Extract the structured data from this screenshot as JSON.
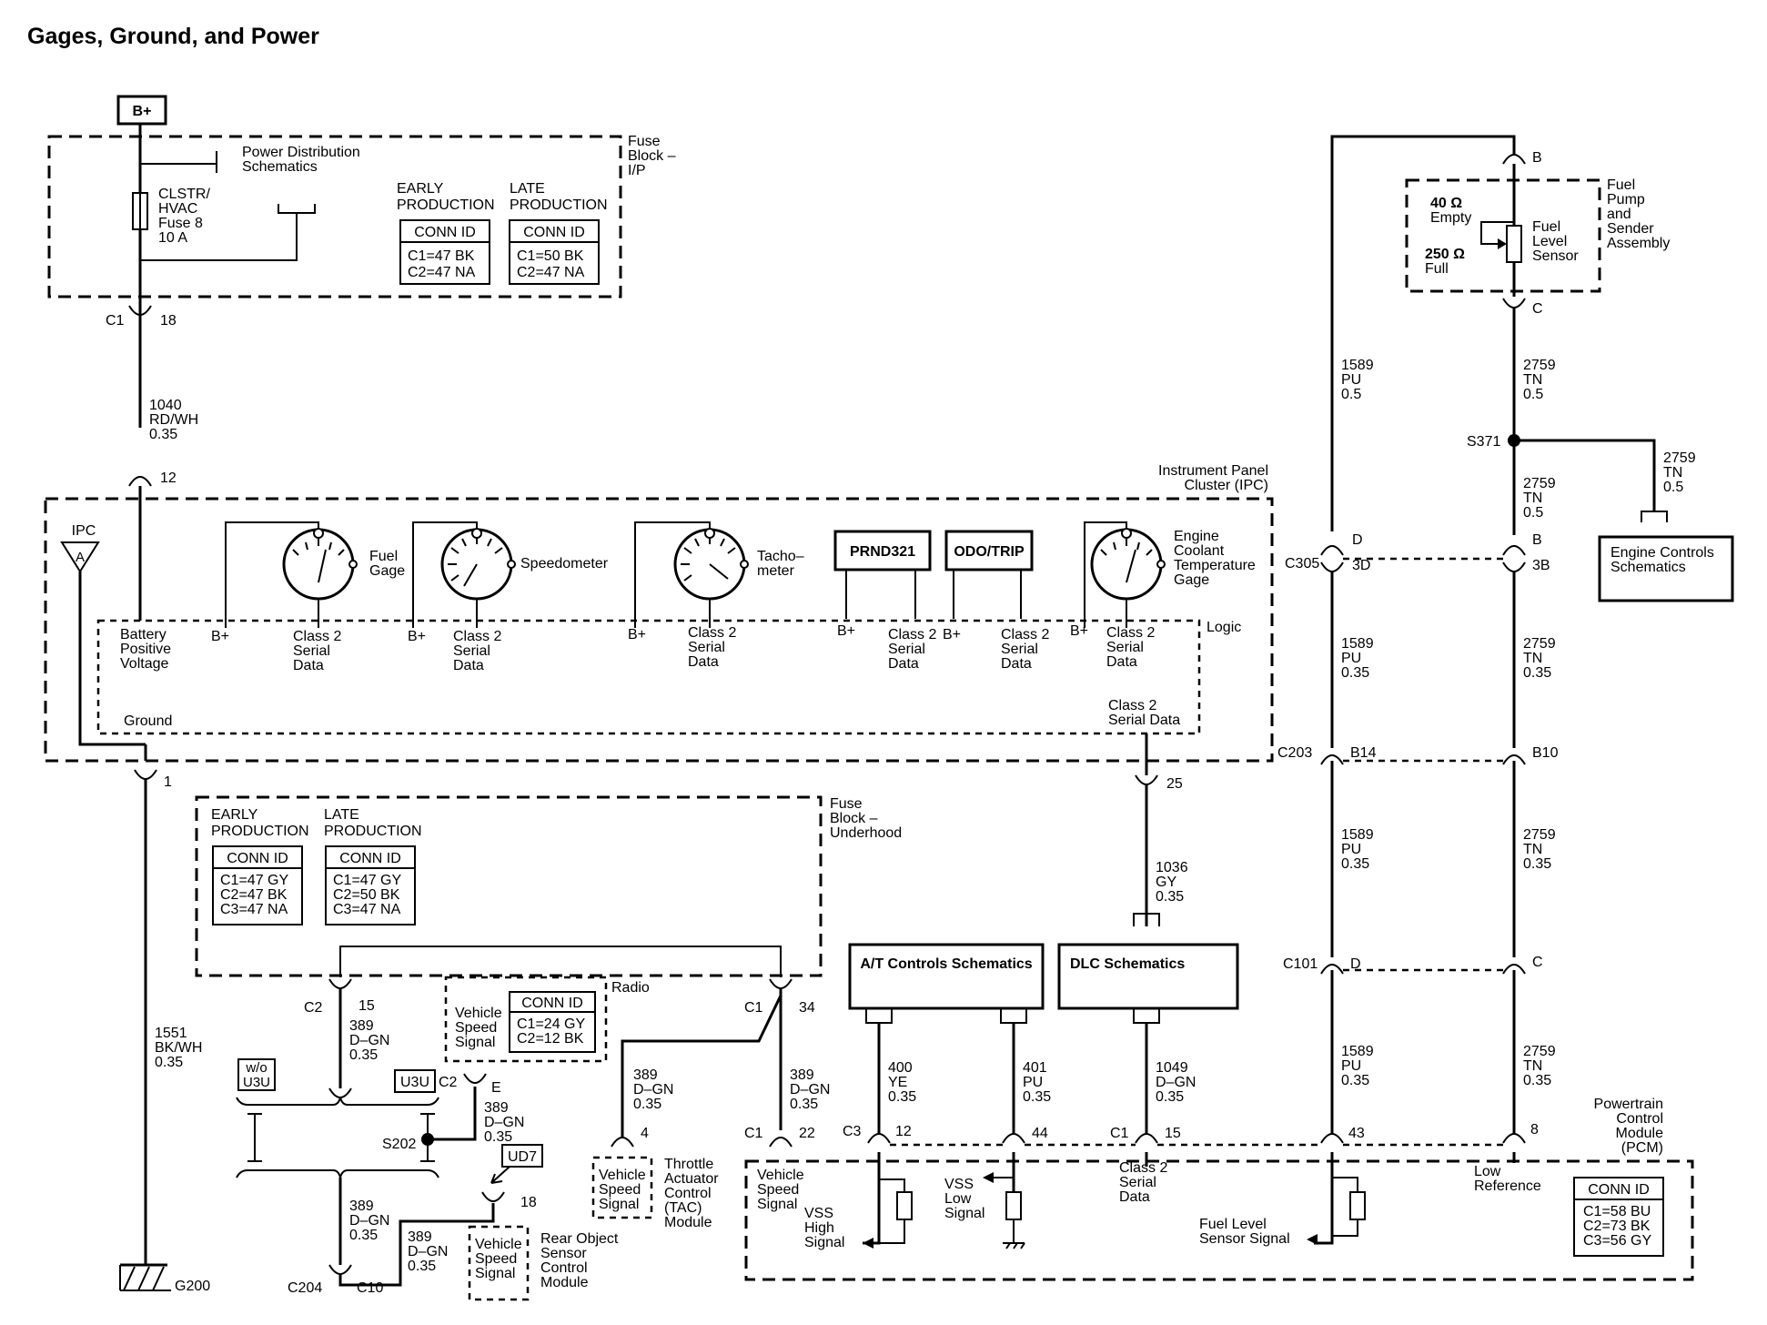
{
  "title": "Gages, Ground, and Power",
  "power": {
    "source": "B+"
  },
  "fuse_block_ip": {
    "name": [
      "Fuse",
      "Block –",
      "I/P"
    ],
    "power_distribution": [
      "Power Distribution",
      "Schematics"
    ],
    "fuse": [
      "CLSTR/",
      "HVAC",
      "Fuse 8",
      "10 A"
    ],
    "early": {
      "label": [
        "EARLY",
        "PRODUCTION"
      ],
      "conn_id": "CONN ID",
      "rows": [
        "C1=47 BK",
        "C2=47 NA"
      ]
    },
    "late": {
      "label": [
        "LATE",
        "PRODUCTION"
      ],
      "conn_id": "CONN ID",
      "rows": [
        "C1=50 BK",
        "C2=47 NA"
      ]
    },
    "conn": "C1",
    "pin": "18"
  },
  "wire_1040": [
    "1040",
    "RD/WH",
    "0.35"
  ],
  "ipc": {
    "name": [
      "Instrument Panel",
      "Cluster (IPC)"
    ],
    "ipc_label": "IPC",
    "ipc_symbol": "A",
    "pin_power": "12",
    "logic": "Logic",
    "battery": [
      "Battery",
      "Positive",
      "Voltage"
    ],
    "ground": "Ground",
    "pin_ground": "1",
    "class2_out": [
      "Class 2",
      "Serial Data"
    ],
    "pin_data": "25",
    "gauges": {
      "fuel": [
        "Fuel",
        "Gage"
      ],
      "speedometer": "Speedometer",
      "tacho": [
        "Tacho–",
        "meter"
      ],
      "prnd": "PRND321",
      "odo": "ODO/TRIP",
      "ect": [
        "Engine",
        "Coolant",
        "Temperature",
        "Gage"
      ]
    },
    "bplus": "B+",
    "class2": [
      "Class 2",
      "Serial",
      "Data"
    ]
  },
  "wire_1551": [
    "1551",
    "BK/WH",
    "0.35"
  ],
  "ground_g200": "G200",
  "fuse_block_uh": {
    "name": [
      "Fuse",
      "Block –",
      "Underhood"
    ],
    "early": {
      "label": [
        "EARLY",
        "PRODUCTION"
      ],
      "conn_id": "CONN ID",
      "rows": [
        "C1=47 GY",
        "C2=47 BK",
        "C3=47 NA"
      ]
    },
    "late": {
      "label": [
        "LATE",
        "PRODUCTION"
      ],
      "conn_id": "CONN ID",
      "rows": [
        "C1=47 GY",
        "C2=50 BK",
        "C3=47 NA"
      ]
    }
  },
  "vss_circuit": {
    "c2": "C2",
    "pin15": "15",
    "c1": "C1",
    "pin34": "34",
    "wire389": [
      "389",
      "D–GN",
      "0.35"
    ],
    "wo_u3u": [
      "w/o",
      "U3U"
    ],
    "u3u": "U3U",
    "c2b": "C2",
    "s202": "S202",
    "e": "E",
    "ud7": "UD7",
    "pin18": "18",
    "pin4": "4",
    "c1b": "C1",
    "pin22": "22",
    "c204": "C204",
    "c10": "C10"
  },
  "radio": {
    "name": "Radio",
    "vss": [
      "Vehicle",
      "Speed",
      "Signal"
    ],
    "conn_id": "CONN ID",
    "rows": [
      "C1=24 GY",
      "C2=12 BK"
    ]
  },
  "tac": {
    "vss": [
      "Vehicle",
      "Speed",
      "Signal"
    ],
    "name": [
      "Throttle",
      "Actuator",
      "Control",
      "(TAC)",
      "Module"
    ]
  },
  "rear_object": {
    "vss": [
      "Vehicle",
      "Speed",
      "Signal"
    ],
    "name": [
      "Rear Object",
      "Sensor",
      "Control",
      "Module"
    ]
  },
  "wire_1036": [
    "1036",
    "GY",
    "0.35"
  ],
  "at_controls": "A/T Controls Schematics",
  "dlc": "DLC Schematics",
  "wire_400": [
    "400",
    "YE",
    "0.35"
  ],
  "wire_401": [
    "401",
    "PU",
    "0.35"
  ],
  "wire_1049": [
    "1049",
    "D–GN",
    "0.35"
  ],
  "pcm": {
    "name": [
      "Powertrain",
      "Control",
      "Module",
      "(PCM)"
    ],
    "c3": "C3",
    "pin12": "12",
    "pin44": "44",
    "c1": "C1",
    "pin15": "15",
    "pin43": "43",
    "pin8": "8",
    "vss_label": [
      "Vehicle",
      "Speed",
      "Signal"
    ],
    "vss_high": [
      "VSS",
      "High",
      "Signal"
    ],
    "vss_low": [
      "VSS",
      "Low",
      "Signal"
    ],
    "class2": [
      "Class 2",
      "Serial",
      "Data"
    ],
    "fuel_level": [
      "Fuel Level",
      "Sensor Signal"
    ],
    "low_ref": [
      "Low",
      "Reference"
    ],
    "conn_id": "CONN ID",
    "rows": [
      "C1=58 BU",
      "C2=73 BK",
      "C3=56 GY"
    ]
  },
  "fuel_pump": {
    "name": [
      "Fuel",
      "Pump",
      "and",
      "Sender",
      "Assembly"
    ],
    "empty": [
      "40 Ω",
      "Empty"
    ],
    "full": [
      "250 Ω",
      "Full"
    ],
    "sensor": [
      "Fuel",
      "Level",
      "Sensor"
    ],
    "pin_b": "B",
    "pin_c": "C"
  },
  "wire_1589_05": [
    "1589",
    "PU",
    "0.5"
  ],
  "wire_2759_05": [
    "2759",
    "TN",
    "0.5"
  ],
  "s371": "S371",
  "wire_2759_branch": [
    "2759",
    "TN",
    "0.5"
  ],
  "wire_2759_05b": [
    "2759",
    "TN",
    "0.5"
  ],
  "engine_controls": [
    "Engine Controls",
    "Schematics"
  ],
  "c305": {
    "name": "C305",
    "d": "D",
    "three_d": "3D",
    "b": "B",
    "three_b": "3B"
  },
  "wire_1589_035a": [
    "1589",
    "PU",
    "0.35"
  ],
  "wire_2759_035a": [
    "2759",
    "TN",
    "0.35"
  ],
  "c203": {
    "name": "C203",
    "b14": "B14",
    "b10": "B10"
  },
  "wire_1589_035b": [
    "1589",
    "PU",
    "0.35"
  ],
  "wire_2759_035b": [
    "2759",
    "TN",
    "0.35"
  ],
  "c101": {
    "name": "C101",
    "d": "D",
    "c": "C"
  },
  "wire_1589_035c": [
    "1589",
    "PU",
    "0.35"
  ],
  "wire_2759_035c": [
    "2759",
    "TN",
    "0.35"
  ]
}
